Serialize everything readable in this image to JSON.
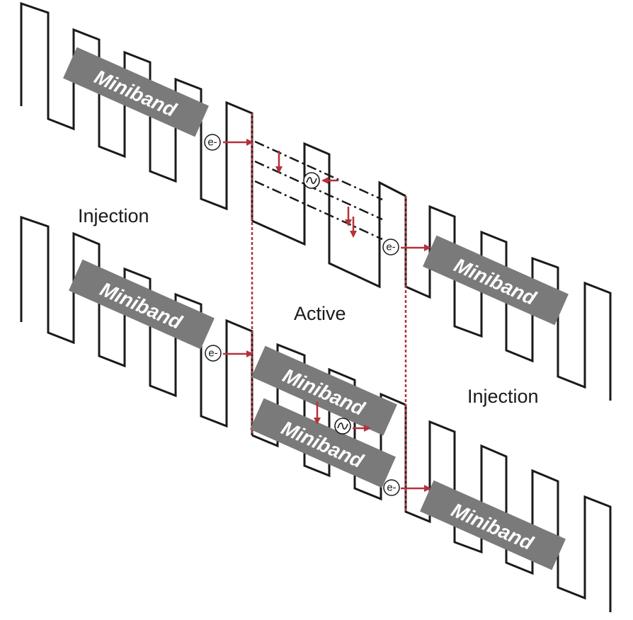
{
  "labels": {
    "injection_top_left": "Injection",
    "active": "Active",
    "injection_bottom_right": "Injection",
    "miniband": "Miniband",
    "electron": "e-"
  },
  "colors": {
    "accent_red": "#b5313b",
    "miniband_gray": "#7a7a7a",
    "line_black": "#1a1a1a"
  }
}
